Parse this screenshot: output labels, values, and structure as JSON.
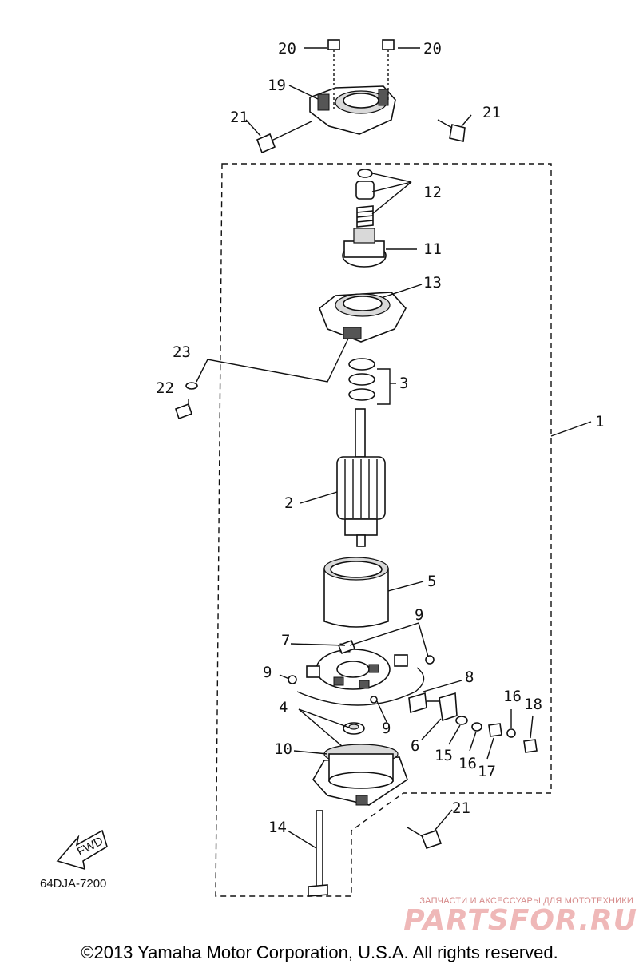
{
  "labels": {
    "p1": "1",
    "p2": "2",
    "p3": "3",
    "p4": "4",
    "p5": "5",
    "p6": "6",
    "p7": "7",
    "p8": "8",
    "p9a": "9",
    "p9b": "9",
    "p9c": "9",
    "p10": "10",
    "p11": "11",
    "p12": "12",
    "p13": "13",
    "p14": "14",
    "p15": "15",
    "p16a": "16",
    "p16b": "16",
    "p17": "17",
    "p18": "18",
    "p19": "19",
    "p20a": "20",
    "p20b": "20",
    "p21a": "21",
    "p21b": "21",
    "p21c": "21",
    "p22": "22",
    "p23": "23"
  },
  "fwd_label": "FWD",
  "diagram_code": "64DJA-7200",
  "watermark": {
    "tagline": "ЗАПЧАСТИ И АКСЕССУАРЫ ДЛЯ МОТОТЕХНИКИ",
    "logo": "PARTSFOR.RU"
  },
  "copyright": "©2013 Yamaha Motor Corporation, U.S.A. All rights reserved."
}
